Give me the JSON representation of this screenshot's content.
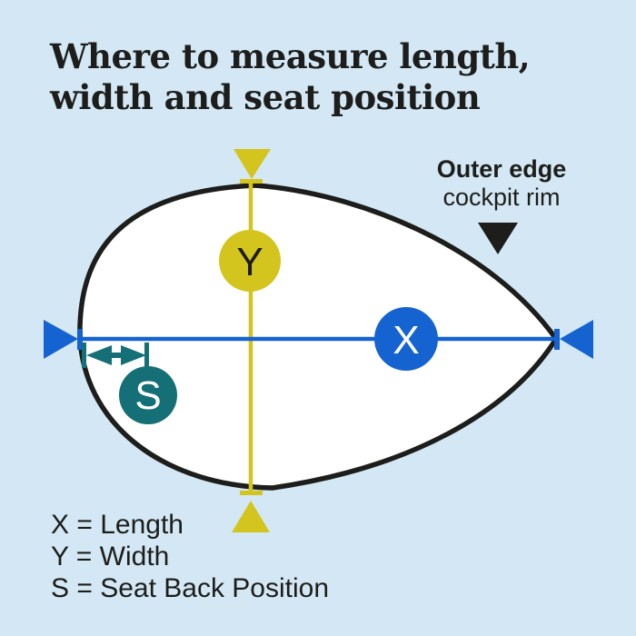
{
  "title": {
    "line1": "Where to measure length,",
    "line2": "width and seat position"
  },
  "callout": {
    "title": "Outer edge",
    "subtitle": "cockpit rim"
  },
  "diagram": {
    "marker_x": "X",
    "marker_y": "Y",
    "marker_s": "S"
  },
  "legend": {
    "lines": [
      "X = Length",
      "Y = Width",
      "S = Seat Back Position"
    ]
  },
  "colors": {
    "background": "#d3e8f4",
    "cockpit_fill": "#ffffff",
    "outline_black": "#1d1d1b",
    "length_blue": "#1563d0",
    "width_yellow": "#d3c41e",
    "seat_teal": "#156f77"
  }
}
